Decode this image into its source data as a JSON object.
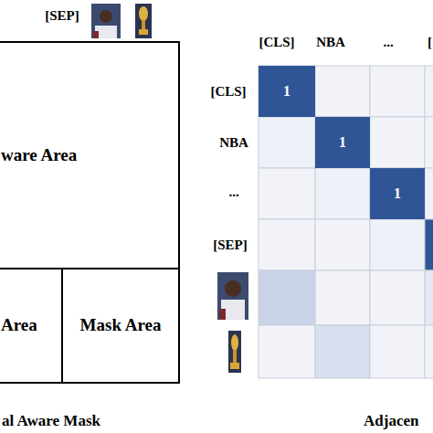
{
  "diagram": {
    "nodes": [
      {
        "text": [
          "ware Area"
        ]
      },
      {
        "text": [
          "Area"
        ]
      },
      {
        "text": [
          "Mask Area"
        ]
      },
      {
        "text": [
          "1"
        ]
      },
      {
        "text": [
          "1"
        ]
      },
      {
        "text": [
          "1"
        ]
      }
    ],
    "labels": [
      "[SEP]",
      "[CLS]",
      "NBA",
      "...",
      "[",
      "[CLS]",
      "NBA",
      "...",
      "[SEP]",
      "al Aware Mask",
      "Adjacen"
    ]
  }
}
